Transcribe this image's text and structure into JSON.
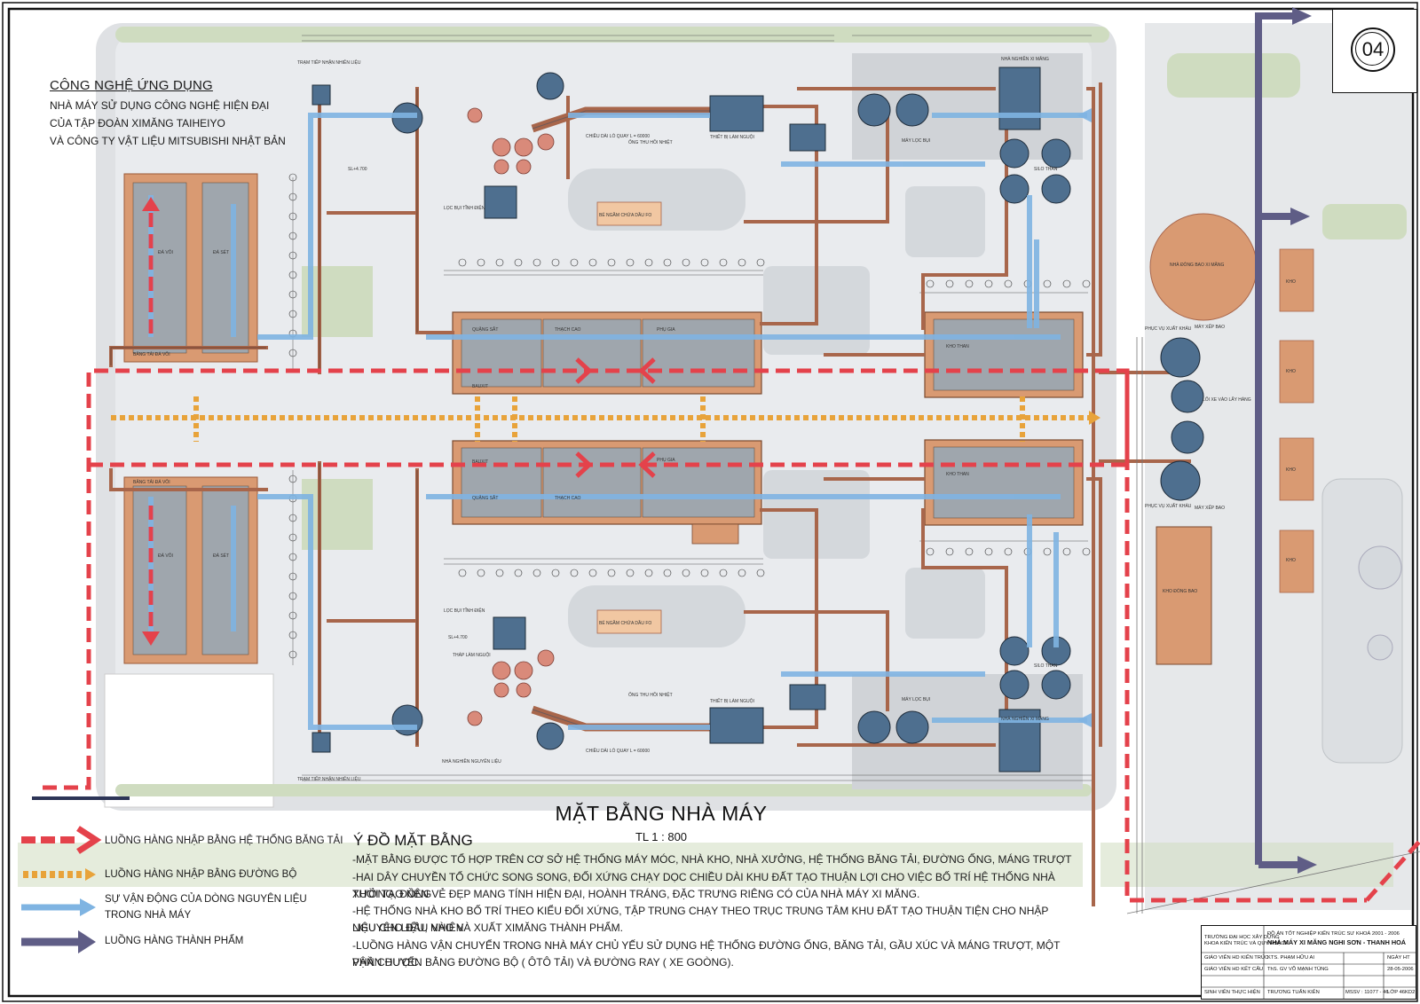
{
  "sheet_number": "04",
  "technology": {
    "title": "CÔNG NGHỆ ỨNG DỤNG",
    "lines": [
      "NHÀ MÁY SỬ DỤNG CÔNG NGHỆ HIỆN ĐẠI",
      "CỦA TẬP ĐOÀN XIMĂNG TAIHEIYO",
      "VÀ CÔNG TY VẬT LIỆU MITSUBISHI NHẬT BẢN"
    ]
  },
  "plan": {
    "title": "MẶT BẰNG NHÀ MÁY",
    "scale": "TL 1 : 800"
  },
  "legend": [
    {
      "label": "LUỒNG HÀNG NHẬP BẰNG HỆ THỐNG BĂNG TẢI",
      "color": "#e4424b",
      "style": "dashed-red-arrow"
    },
    {
      "label": "LUỒNG HÀNG NHẬP BẰNG ĐƯỜNG BỘ",
      "color": "#e8a33a",
      "style": "dotted-orange-arrow"
    },
    {
      "label": "SỰ VẬN ĐỘNG CỦA DÒNG NGUYÊN LIỆU",
      "label2": "TRONG NHÀ MÁY",
      "color": "#7fb4e2",
      "style": "blue-arrow"
    },
    {
      "label": "LUỒNG HÀNG THÀNH PHẨM",
      "color": "#5f5d86",
      "style": "purple-arrow"
    }
  ],
  "notes": {
    "title": "Ý ĐỒ MẶT BẰNG",
    "lines": [
      "-MẶT BẰNG ĐƯỢC TỔ HỢP TRÊN CƠ SỞ HỆ THỐNG MÁY MÓC, NHÀ KHO, NHÀ XƯỞNG, HỆ THỐNG BĂNG TẢI, ĐƯỜNG ỐNG, MÁNG TRƯỢT",
      "-HAI DÂY CHUYỀN TỔ CHỨC SONG SONG, ĐỐI XỨNG CHẠY DỌC CHIỀU DÀI KHU ĐẤT TẠO THUẬN LỢI CHO VIỆC BỐ TRÍ HỆ THỐNG NHÀ XƯỞNG, ĐỒNG",
      "THỜI TẠO NÊN VẺ ĐẸP MANG TÍNH HIỆN ĐẠI, HOÀNH TRÁNG, ĐẶC TRƯNG RIÊNG CÓ CỦA NHÀ MÁY XI MĂNG.",
      "-HỆ THỐNG NHÀ KHO BỐ TRÍ THEO KIỂU ĐỐI XỨNG, TẬP TRUNG CHẠY THEO TRỤC TRUNG TÂM KHU ĐẤT TẠO THUẬN TIỆN CHO NHẬP NGUYÊN LIỆU, NHIÊN",
      "LIỆU CHO ĐẦU VÀO VÀ XUẤT XIMĂNG THÀNH PHẨM.",
      "-LUỒNG HÀNG VẬN CHUYỂN TRONG NHÀ MÁY CHỦ YẾU SỬ DỤNG HỆ THỐNG ĐƯỜNG ỐNG, BĂNG TẢI, GẦU XÚC VÀ MÁNG TRƯỢT, MỘT PHẦN ĐƯỢC",
      "VẬN CHUYỂN BẰNG ĐƯỜNG BỘ ( ÔTÔ TẢI) VÀ ĐƯỜNG RAY ( XE GOÒNG)."
    ]
  },
  "title_block": {
    "school": "TRƯỜNG ĐẠI HỌC XÂY DỰNG",
    "faculty": "KHOA KIẾN TRÚC VÀ QUY HOẠCH",
    "course": "ĐỒ ÁN TỐT NGHIỆP KIẾN TRÚC SƯ KHOÁ 2001 - 2006",
    "project": "NHÀ MÁY XI MĂNG NGHI SƠN - THANH HOÁ",
    "advisor_arch_role": "GIÁO VIÊN HD KIẾN TRÚC",
    "advisor_arch_name": "KTS. PHẠM HỮU AI",
    "advisor_struct_role": "GIÁO VIÊN HD KẾT CẤU",
    "advisor_struct_name": "ThS. GV VÕ MẠNH TÙNG",
    "student_role": "SINH VIÊN THỰC HIỆN",
    "student_name": "TRƯƠNG TUẤN KIÊN",
    "date_label": "NGÀY HT",
    "date": "28-05-2006",
    "student_id": "MSSV : 11077 - 46",
    "class": "LỚP 46KD2"
  },
  "site_labels": {
    "coal_store": "KHO THAN",
    "product_store": "KHO",
    "packing_store": "KHO ĐÓNG BAO",
    "round_silo": "NHÀ ĐÓNG BAO XI MĂNG",
    "clay": "ĐÁ SÉT",
    "limestone": "ĐÁ VÔI",
    "gypsum": "THẠCH CAO",
    "additive": "PHỤ GIA",
    "quartz": "QUẶNG SẮT",
    "bauxite": "BAUXIT",
    "silo_than": "SILO THAN",
    "conveyor_limestone": "BĂNG TẢI ĐÁ VÔI",
    "oil_tank": "BỂ NGẦM CHỨA DẦU FO",
    "level_1": "SL+4.700",
    "level_2": "SL+4.700",
    "raw_mill": "NHÀ NGHIỀN NGUYÊN LIỆU",
    "kiln": "CHIỀU DÀI LÒ QUAY L = 60000",
    "clinker_cooler": "THIẾT BỊ LÀM NGUỘI",
    "cement_mill": "NHÀ NGHIỀN XI MĂNG",
    "bag_filter": "MÁY LỌC BỤI",
    "dust_filter": "LỌC BỤI TĨNH ĐIỆN",
    "cooling_tower": "THÁP LÀM NGUỘI",
    "heat_pipe": "ỐNG THU HỒI NHIỆT",
    "fuel_station": "TRẠM TIẾP NHẬN NHIÊN LIỆU",
    "export_point": "PHỤC VỤ XUẤT KHẨU",
    "truck_lane": "LỐI XE VÀO LẤY HÀNG",
    "pack_machine": "MÁY XẾP BAO"
  }
}
